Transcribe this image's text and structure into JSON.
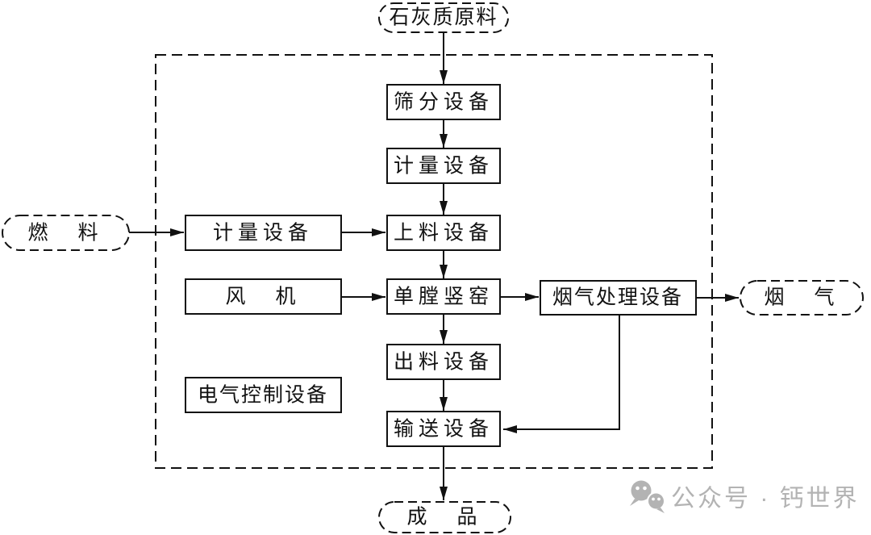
{
  "nodes": {
    "limestone": "石灰质原料",
    "screening": "筛分设备",
    "metering_top": "计量设备",
    "fuel": "燃　料",
    "metering_left": "计量设备",
    "feeding": "上料设备",
    "fan": "风　机",
    "kiln": "单膛竖窑",
    "gas_treatment": "烟气处理设备",
    "flue_gas": "烟　气",
    "discharge": "出料设备",
    "electric_control": "电气控制设备",
    "conveying": "输送设备",
    "product": "成　品"
  },
  "colors": {
    "line": "#111111",
    "background": "#ffffff",
    "watermark": "#b3b3b3"
  },
  "watermark": {
    "icon": "wechat-icon",
    "text": "公众号 · 钙世界"
  }
}
